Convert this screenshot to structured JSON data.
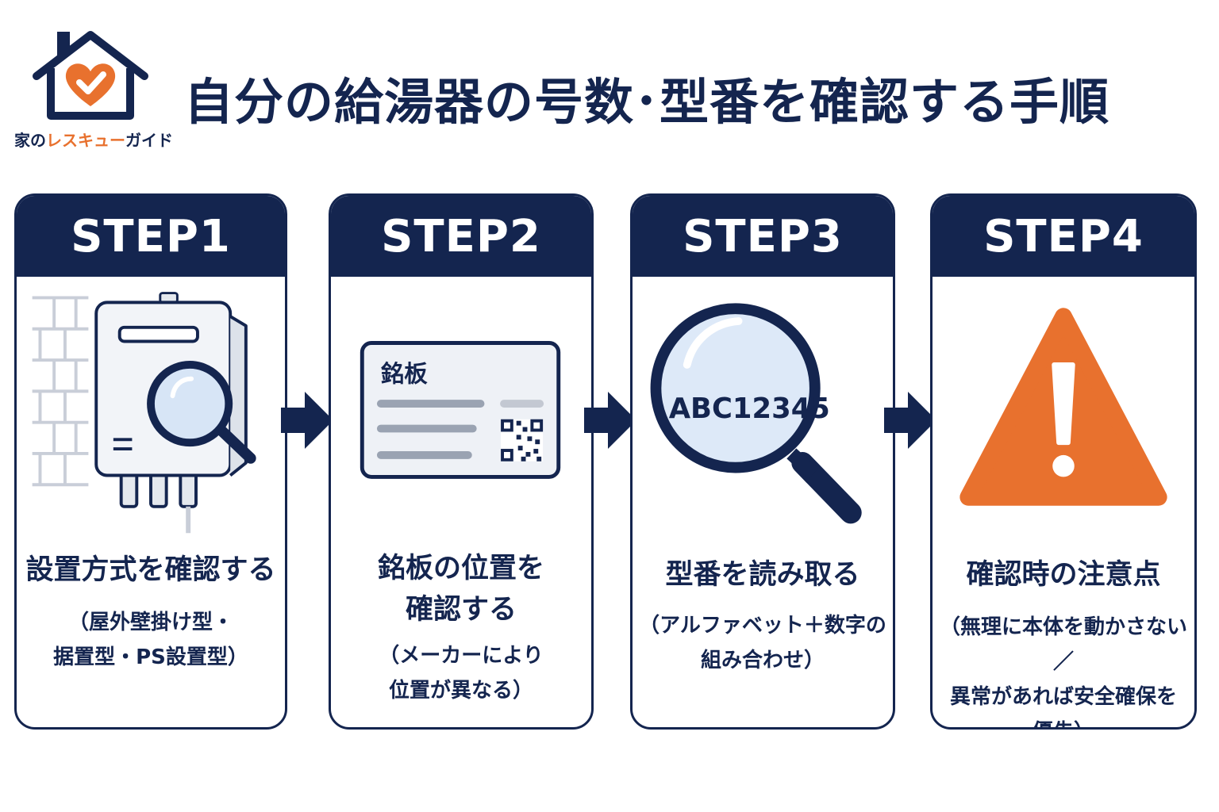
{
  "brand": {
    "name_prefix": "家の",
    "name_accent": "レスキュー",
    "name_suffix": "ガイド",
    "colors": {
      "navy": "#14254f",
      "orange": "#e8712e"
    }
  },
  "title": "自分の給湯器の号数･型番を確認する手順",
  "steps": [
    {
      "label": "STEP1",
      "title_lines": [
        "設置方式を確認する"
      ],
      "note_lines": [
        "（屋外壁掛け型・",
        "据置型・PS設置型）"
      ],
      "icon": "water-heater-with-magnifier-icon"
    },
    {
      "label": "STEP2",
      "title_lines": [
        "銘板の位置を",
        "確認する"
      ],
      "note_lines": [
        "（メーカーにより",
        "位置が異なる）"
      ],
      "icon": "nameplate-icon",
      "plate_label": "銘板"
    },
    {
      "label": "STEP3",
      "title_lines": [
        "型番を読み取る"
      ],
      "note_lines": [
        "（アルファベット＋数字の",
        "組み合わせ）"
      ],
      "icon": "magnifier-icon",
      "model_example": "ABC12345"
    },
    {
      "label": "STEP4",
      "title_lines": [
        "確認時の注意点"
      ],
      "note_lines": [
        "（無理に本体を動かさない／",
        "異常があれば安全確保を",
        "優先）"
      ],
      "icon": "warning-icon"
    }
  ]
}
